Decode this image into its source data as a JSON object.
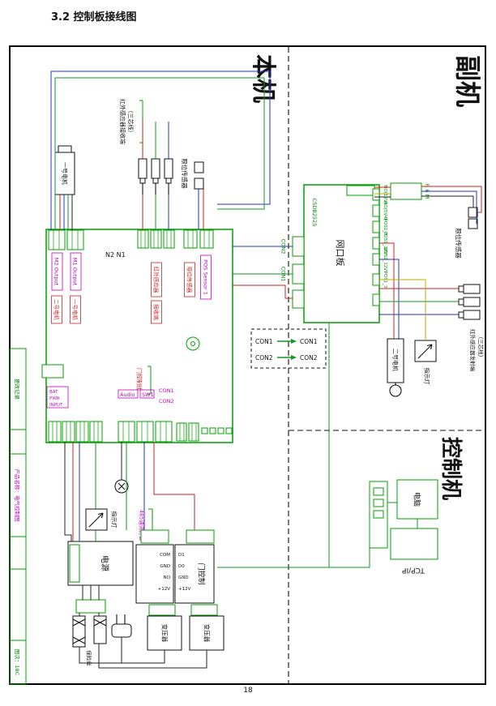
{
  "page": {
    "title": "3.2 控制板接线图",
    "number": "18"
  },
  "sections": {
    "main": "本机",
    "aux": "副机",
    "control": "控制机"
  },
  "sidebar": {
    "top": "更改记录",
    "product": "产品名称：电气控制图",
    "sheet": "图次：18C"
  },
  "legend": {
    "con1": "CON1",
    "con2": "CON2"
  },
  "board": {
    "n_labels": "N2  N1",
    "m2_output": "M2 Output",
    "m1_output": "M1 Output",
    "motor2": "二号电机",
    "motor1": "一号电机",
    "ir_label": "红外感应器",
    "ir_sub": "接收端",
    "pos_sensor": "POS Sensor 1",
    "limit": "限位传感器",
    "door_line": "门控制线",
    "bat": "BAT",
    "pwr": "PWR",
    "input": "INPUT",
    "audio": "Audio",
    "sw1": "SW1",
    "con1": "CON1",
    "con2": "CON2"
  },
  "network": {
    "name": "网口板",
    "chip": "CSDB2525",
    "con1": "CON1",
    "con2": "CON2",
    "pins": [
      "NO(12V)",
      "NO(5V4)",
      "POS2_3",
      "POS1_12V",
      "POS2_12V",
      "POS1_3"
    ],
    "terminal": "R 6 M"
  },
  "components": {
    "motor1": "一号电机",
    "motor2": "二号电机",
    "ir_receiver": "红外感应器接收端",
    "ir_receiver_wire": "（三芯线）",
    "ir_emitter": "红外感应器发射端",
    "ir_emitter_wire": "（三芯线）",
    "limit_left": "限位传感器",
    "limit_right": "限位传感器",
    "indicator_left": "指示灯",
    "indicator_right": "指示灯",
    "power": "电源",
    "fuse": "保险丝",
    "transformer1": "变压器",
    "transformer2": "变压器",
    "rs485": "485通讯协议",
    "door_controller": "门控制",
    "computer": "电脑",
    "tcpip": "TCP/IP",
    "door_pins_left": [
      "COM",
      "GND",
      "NO",
      "+12V"
    ],
    "door_pins_right": [
      "D1",
      "D0",
      "GND",
      "+12V"
    ]
  }
}
